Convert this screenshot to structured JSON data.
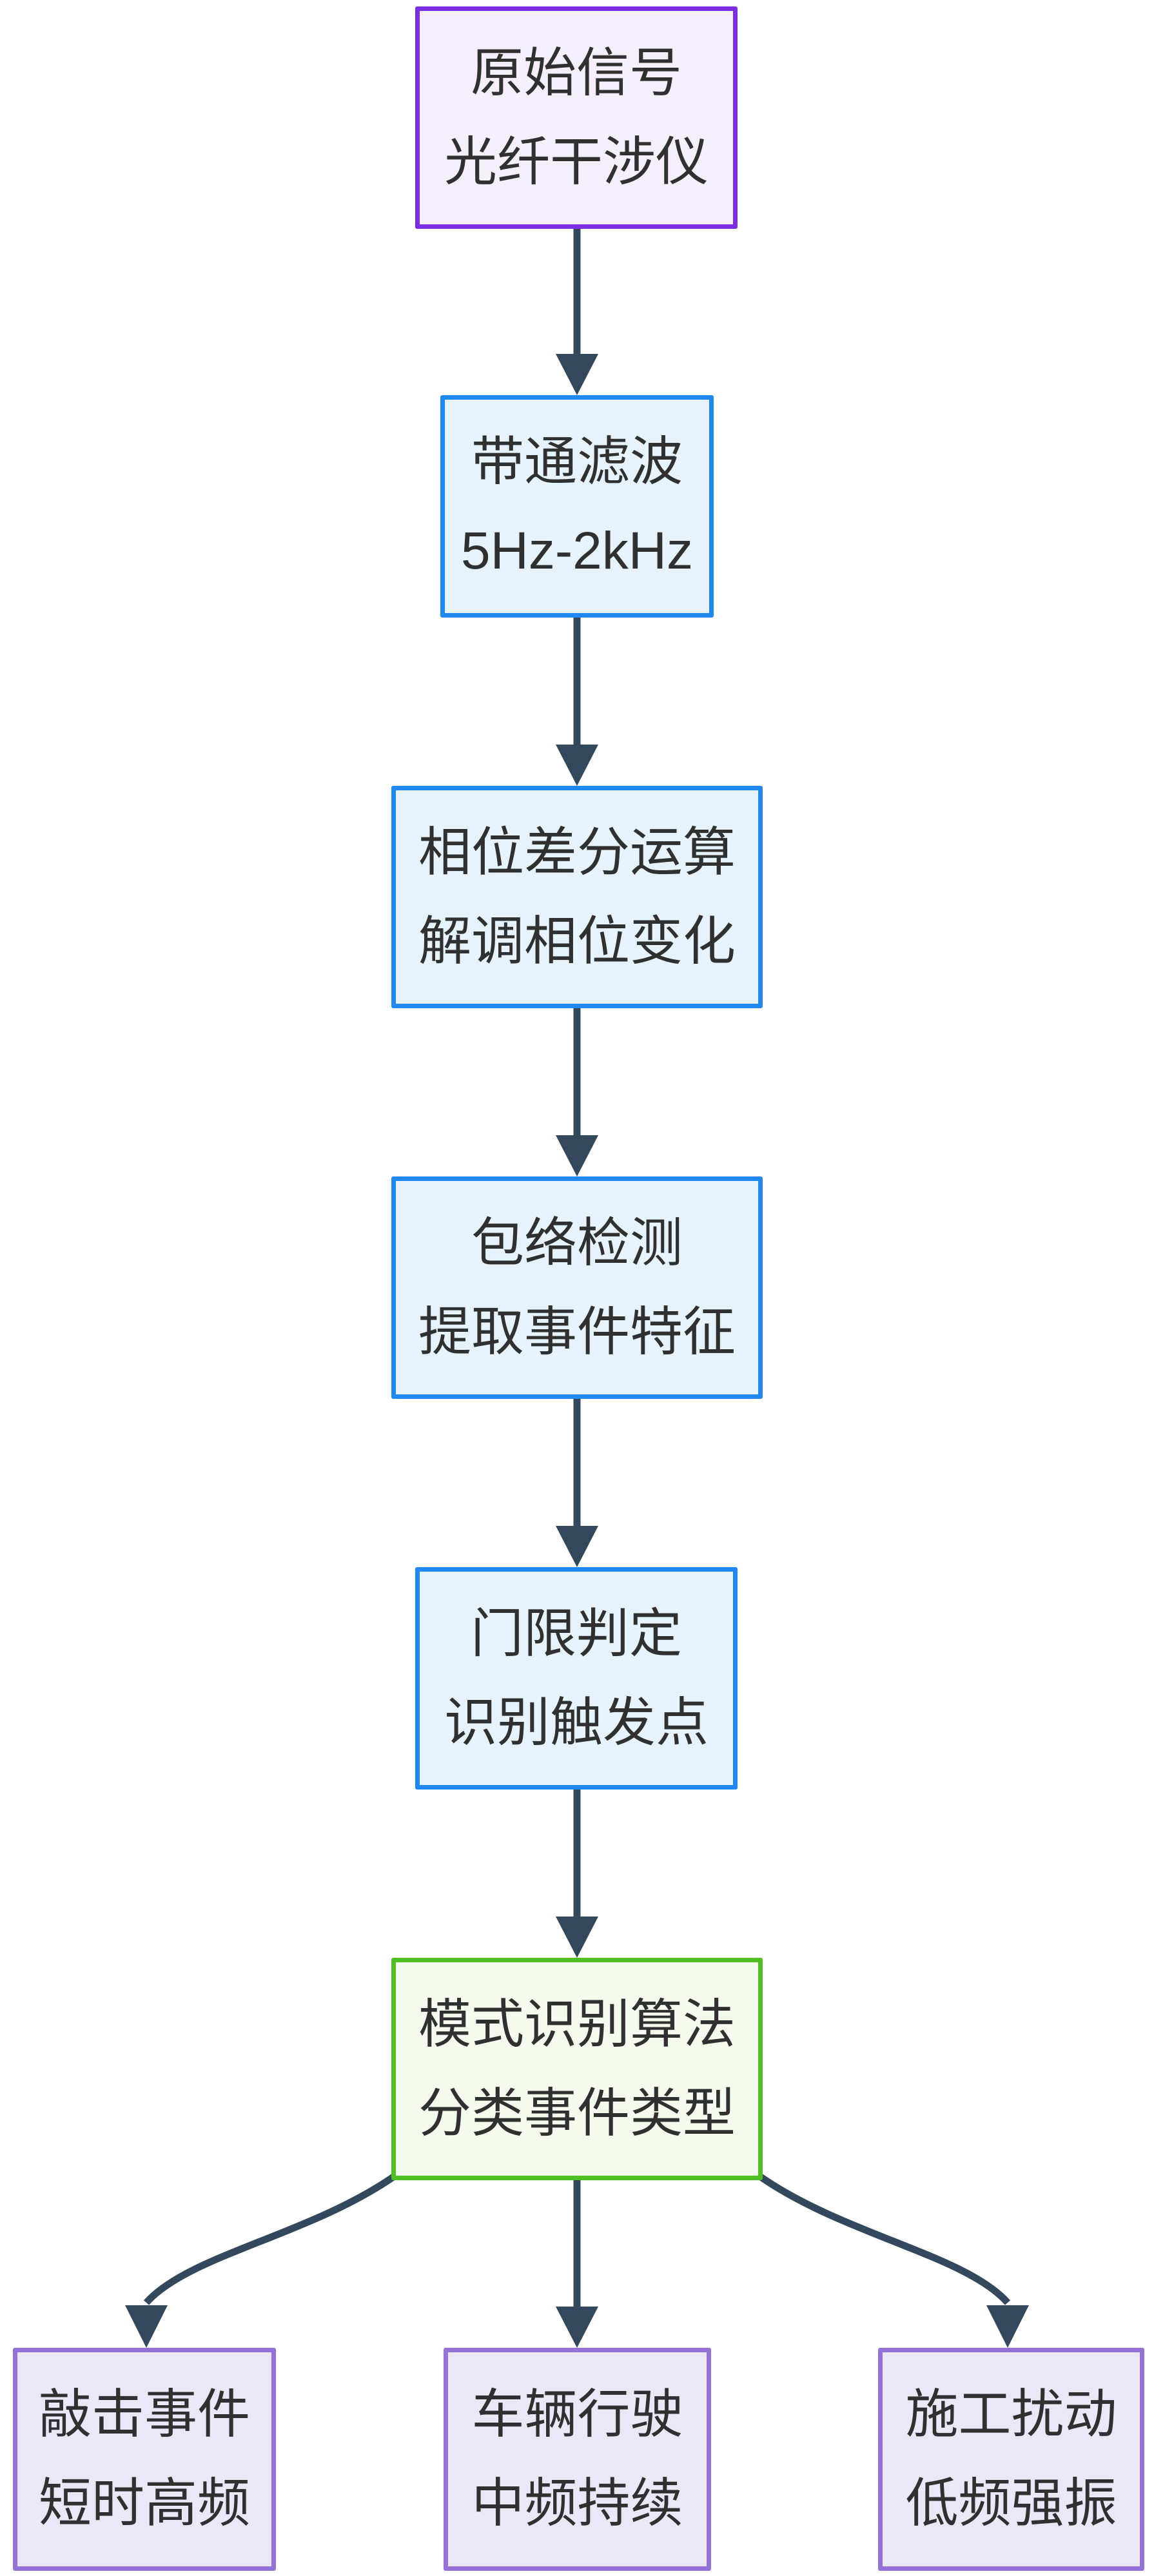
{
  "diagram": {
    "type": "flowchart",
    "direction": "top-down",
    "background": "#ffffff",
    "text_color": "#303030",
    "arrow_color": "#33485c",
    "styles": {
      "purple": {
        "border": "#7c2fe2",
        "fill": "#f5eefb"
      },
      "blue": {
        "border": "#2088f2",
        "fill": "#e6f3fc"
      },
      "green": {
        "border": "#4fc021",
        "fill": "#f4faee"
      },
      "lavender": {
        "border": "#9472d9",
        "fill": "#eae7f7"
      }
    },
    "nodes": [
      {
        "id": "raw-signal",
        "line1": "原始信号",
        "line2": "光纤干涉仪",
        "style": "purple"
      },
      {
        "id": "bandpass",
        "line1": "带通滤波",
        "line2": "5Hz-2kHz",
        "style": "blue"
      },
      {
        "id": "phase-diff",
        "line1": "相位差分运算",
        "line2": "解调相位变化",
        "style": "blue"
      },
      {
        "id": "envelope",
        "line1": "包络检测",
        "line2": "提取事件特征",
        "style": "blue"
      },
      {
        "id": "threshold",
        "line1": "门限判定",
        "line2": "识别触发点",
        "style": "blue"
      },
      {
        "id": "classifier",
        "line1": "模式识别算法",
        "line2": "分类事件类型",
        "style": "green"
      },
      {
        "id": "knock",
        "line1": "敲击事件",
        "line2": "短时高频",
        "style": "lavender"
      },
      {
        "id": "vehicle",
        "line1": "车辆行驶",
        "line2": "中频持续",
        "style": "lavender"
      },
      {
        "id": "construction",
        "line1": "施工扰动",
        "line2": "低频强振",
        "style": "lavender"
      }
    ],
    "edges": [
      {
        "from": "raw-signal",
        "to": "bandpass"
      },
      {
        "from": "bandpass",
        "to": "phase-diff"
      },
      {
        "from": "phase-diff",
        "to": "envelope"
      },
      {
        "from": "envelope",
        "to": "threshold"
      },
      {
        "from": "threshold",
        "to": "classifier"
      },
      {
        "from": "classifier",
        "to": "knock"
      },
      {
        "from": "classifier",
        "to": "vehicle"
      },
      {
        "from": "classifier",
        "to": "construction"
      }
    ]
  }
}
